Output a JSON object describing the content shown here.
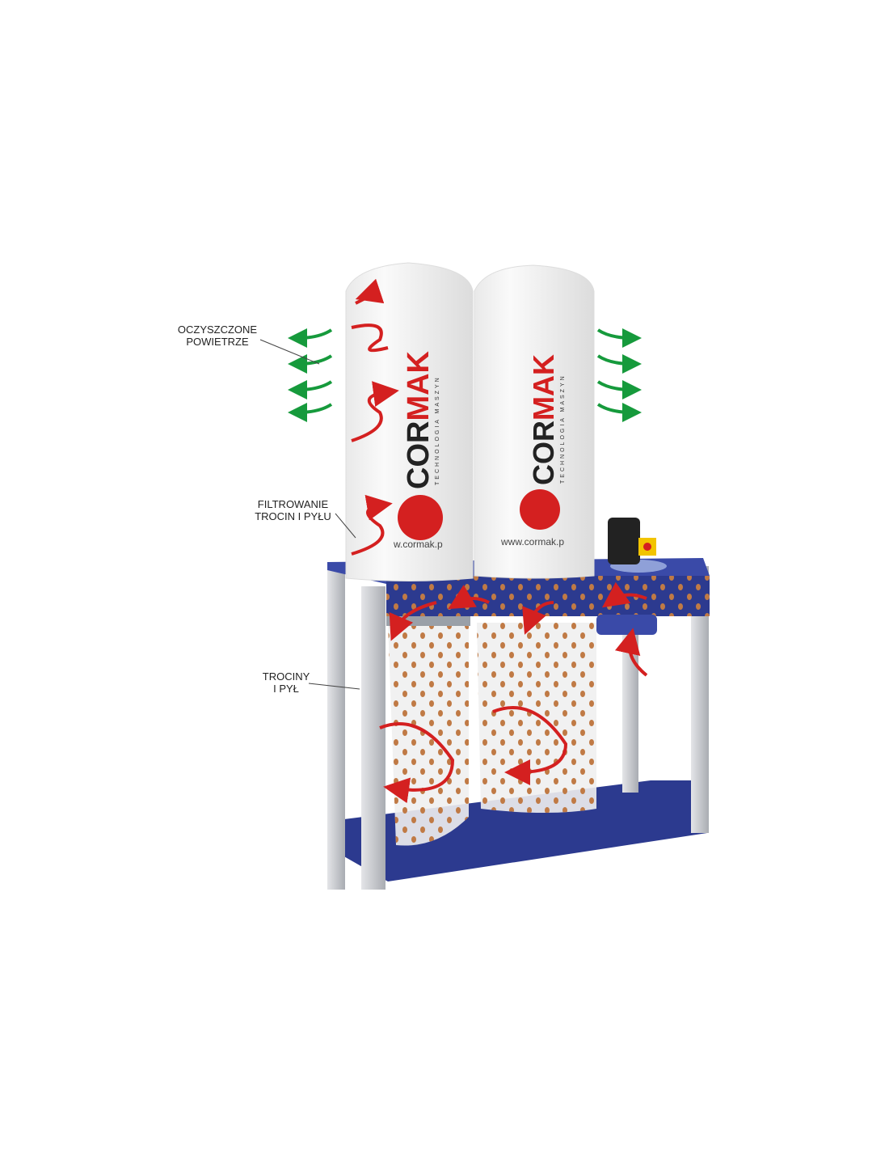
{
  "labels": {
    "clean_air": [
      "OCZYSZCZONE",
      "POWIETRZE"
    ],
    "filtering": [
      "FILTROWANIE",
      "TROCIN I PYŁU"
    ],
    "dust": [
      "TROCINY",
      "I PYŁ"
    ]
  },
  "brand": {
    "name_dark": "COR",
    "name_red": "MAK",
    "tagline": "TECHNOLOGIA MASZYN",
    "url_left": "w.cormak.p",
    "url_right": "www.cormak.p"
  },
  "colors": {
    "frame_blue": "#2c3a8f",
    "leg_gray": "#c9cbcf",
    "arrow_red": "#d42020",
    "arrow_green": "#169a3c",
    "dust_brown": "#c07a45"
  }
}
